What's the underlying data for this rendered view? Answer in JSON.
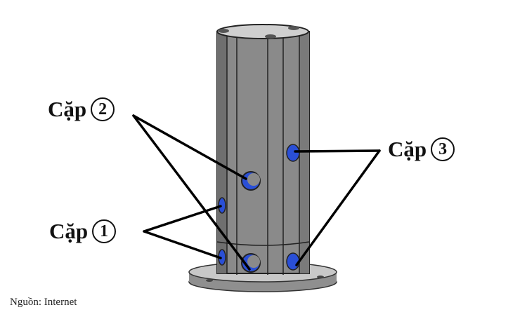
{
  "labels": {
    "pair2": {
      "text": "Cặp",
      "number": "2"
    },
    "pair1": {
      "text": "Cặp",
      "number": "1"
    },
    "pair3": {
      "text": "Cặp",
      "number": "3"
    }
  },
  "source": "Nguồn: Internet",
  "colors": {
    "hole": "#2a4fd6",
    "body": "#8a8a8a",
    "base": "#bdbdbd",
    "line": "#000000"
  }
}
